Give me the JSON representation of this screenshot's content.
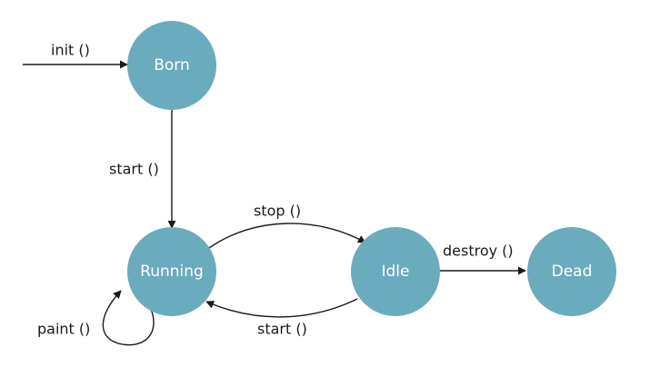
{
  "states": {
    "born": {
      "label": "Born",
      "color": "#6aabbd"
    },
    "running": {
      "label": "Running",
      "color": "#6aabbd"
    },
    "idle": {
      "label": "Idle",
      "color": "#6aabbd"
    },
    "dead": {
      "label": "Dead",
      "color": "#6aabbd"
    }
  },
  "transitions": {
    "init": "init ()",
    "born_to_running": "start ()",
    "running_to_idle": "stop ()",
    "idle_to_running": "start ()",
    "idle_to_dead": "destroy ()",
    "running_self": "paint ()"
  }
}
